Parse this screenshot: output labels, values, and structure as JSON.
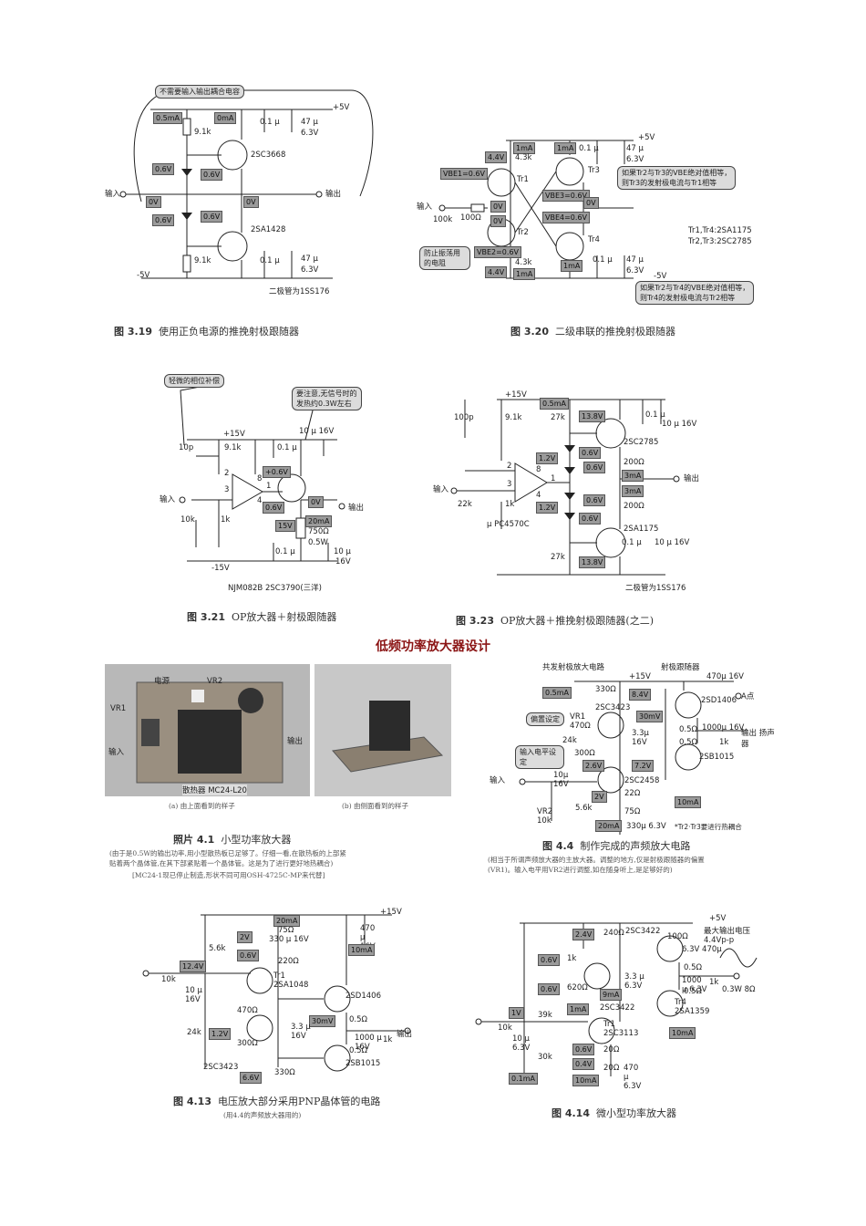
{
  "page_title": "低频功率放大器设计",
  "fig319": {
    "caption_no": "图 3.19",
    "caption_text": "使用正负电源的推挽射极跟随器",
    "callout": "不需要输入输出耦合电容",
    "vplus": "+5V",
    "vminus": "-5V",
    "i_top": "0.5mA",
    "i_top2": "0mA",
    "r_top": "9.1k",
    "r_bot": "9.1k",
    "c_top": "0.1 μ",
    "c_top2": "47 μ",
    "c_top3": "6.3V",
    "c_bot": "0.1 μ",
    "c_bot2": "47 μ",
    "c_bot3": "6.3V",
    "q_top": "2SC3668",
    "q_bot": "2SA1428",
    "v1": "0.6V",
    "v2": "0.6V",
    "v3": "0V",
    "v4": "0V",
    "v5": "0.6V",
    "v6": "0.6V",
    "in": "输入",
    "out": "输出",
    "diode_note": "二极管为1SS176"
  },
  "fig320": {
    "caption_no": "图 3.20",
    "caption_text": "二级串联的推挽射极跟随器",
    "vplus": "+5V",
    "vminus": "-5V",
    "i1": "1mA",
    "i2": "1mA",
    "i3": "1mA",
    "i4": "1mA",
    "v44a": "4.4V",
    "v44b": "4.4V",
    "r1": "4.3k",
    "r2": "4.3k",
    "rin": "100k",
    "rs": "100Ω",
    "vbe1": "VBE1=0.6V",
    "vbe2": "VBE2=0.6V",
    "vbe3": "VBE3=0.6V",
    "vbe4": "VBE4=0.6V",
    "v0a": "0V",
    "v0b": "0V",
    "v0c": "0V",
    "q1": "Tr1",
    "q2": "Tr2",
    "q3": "Tr3",
    "q4": "Tr4",
    "c1": "0.1 μ",
    "c2": "47 μ",
    "c3": "6.3V",
    "c4": "0.1 μ",
    "c5": "47 μ",
    "c6": "6.3V",
    "in": "输入",
    "note1a": "如果Tr2与Tr3的VBE绝对值相等，",
    "note1b": "则Tr3的发射极电流与Tr1相等",
    "note2a": "如果Tr2与Tr4的VBE绝对值相等，",
    "note2b": "则Tr4的发射极电流与Tr2相等",
    "note3": "防止振荡用的电阻",
    "types1": "Tr1,Tr4:2SA1175",
    "types2": "Tr2,Tr3:2SC2785"
  },
  "fig321": {
    "caption_no": "图 3.21",
    "caption_text": "OP放大器＋射极跟随器",
    "call1": "轻微的相位补偿",
    "call2a": "要注意,无信号时的",
    "call2b": "发热约0.3W左右",
    "vplus": "+15V",
    "vminus": "-15V",
    "c_comp": "10p",
    "r1": "9.1k",
    "r2": "10k",
    "r3": "1k",
    "c1": "0.1 μ",
    "c2": "10 μ 16V",
    "c3": "0.1 μ",
    "c4": "10 μ",
    "c5": "16V",
    "v1": "+0.6V",
    "v2": "0.6V",
    "v3": "0V",
    "v4": "15V",
    "i1": "20mA",
    "r4": "750Ω",
    "p1": "0.5W",
    "pin2": "2",
    "pin3": "3",
    "pin8": "8",
    "pin4": "4",
    "pin1": "1",
    "in": "输入",
    "out": "输出",
    "parts": "NJM082B  2SC3790(三洋)"
  },
  "fig323": {
    "caption_no": "图 3.23",
    "caption_text": "OP放大器＋推挽射极跟随器(之二)",
    "vplus": "+15V",
    "c_comp": "100p",
    "r1": "9.1k",
    "r2": "22k",
    "r3": "1k",
    "i1": "0.5mA",
    "r4": "27k",
    "r5": "27k",
    "v1": "13.8V",
    "v2": "1.2V",
    "v3": "1.2V",
    "v4": "13.8V",
    "v5": "0.6V",
    "v6": "0.6V",
    "v7": "0.6V",
    "v8": "0.6V",
    "i2": "3mA",
    "i3": "3mA",
    "r6": "200Ω",
    "r7": "200Ω",
    "q1": "2SC2785",
    "q2": "2SA1175",
    "c1": "0.1 μ",
    "c2": "10 μ 16V",
    "c3": "0.1 μ",
    "c4": "10 μ 16V",
    "pin2": "2",
    "pin3": "3",
    "pin8": "8",
    "pin4": "4",
    "pin1": "1",
    "ic": "μ PC4570C",
    "in": "输入",
    "out": "输出",
    "diode_note": "二极管为1SS176"
  },
  "photo41": {
    "caption_no": "照片 4.1",
    "caption_text": "小型功率放大器",
    "sub_a": "(a) 由上面看到的样子",
    "sub_b": "(b) 由侧面看到的样子",
    "l_power": "电源",
    "l_vr2": "VR2",
    "l_vr1": "VR1",
    "l_in": "输入",
    "l_out": "输出",
    "l_heat": "散热器 MC24-L20",
    "note1": "(由于是0.5W的输出功率,用小型散热板已足够了。仔细一看,在散热板的上部紧",
    "note2": "贴着两个晶体管,在其下部紧贴着一个晶体管。这是为了进行更好地热耦合)",
    "note3": "[MC24-1现已停止制造,形状不同可用OSH-4725C-MP来代替]"
  },
  "fig44": {
    "caption_no": "图 4.4",
    "caption_text": "制作完成的声频放大电路",
    "note1": "(相当于所谓声频放大器的主放大器。调整的地方,仅是射极跟随器的偏置",
    "note2": "(VR1)。输入电平用VR2进行调整,如在随身听上,是足够好的)",
    "h1": "共发射极放大电路",
    "h2": "射极跟随器",
    "vplus": "+15V",
    "i1": "0.5mA",
    "r1": "330Ω",
    "v1": "8.4V",
    "q1": "2SC3423",
    "q2": "2SD1406",
    "q3": "2SB1015",
    "q4": "2SC2458",
    "call1": "偏置设定",
    "call2": "输入电平设定",
    "vr1": "VR1 470Ω",
    "r2": "24k",
    "r3": "300Ω",
    "v2": "30mV",
    "v3": "7.2V",
    "v4": "2.6V",
    "v5": "2V",
    "i2": "20mA",
    "i3": "10mA",
    "pointA": "A点",
    "out": "输出 扬声器",
    "c1": "470μ 16V",
    "c2": "3.3μ 16V",
    "c3": "1000μ 16V",
    "c4": "10μ 16V",
    "c5": "330μ 6.3V",
    "r4": "0.5Ω",
    "r5": "0.5Ω",
    "r6": "1k",
    "r7": "22Ω",
    "r8": "75Ω",
    "r9": "5.6k",
    "vr2": "VR2 10k",
    "in": "输入",
    "therm": "*Tr2·Tr3要进行热耦合"
  },
  "fig413": {
    "caption_no": "图 4.13",
    "caption_text": "电压放大部分采用PNP晶体管的电路",
    "sub": "(用4.4的声频放大器用的)",
    "vplus": "+15V",
    "i1": "20mA",
    "r1": "75Ω",
    "c1": "330 μ 16V",
    "v1": "2V",
    "v2": "0.6V",
    "r2": "220Ω",
    "r3": "5.6k",
    "v3": "12.4V",
    "rin": "10k",
    "c2": "10 μ 16V",
    "q1": "Tr1 2SA1048",
    "r4": "470Ω",
    "r5": "300Ω",
    "r6": "24k",
    "v4": "1.2V",
    "q2": "2SC3423",
    "v5": "6.6V",
    "r7": "330Ω",
    "q3": "2SD1406",
    "q4": "2SB1015",
    "v6": "30mV",
    "c3": "3.3 μ 16V",
    "r8": "0.5Ω",
    "r9": "0.5Ω",
    "c4": "1000 μ 16V",
    "r10": "1k",
    "c5": "470 μ 16V",
    "i2": "10mA",
    "out": "输出"
  },
  "fig414": {
    "caption_no": "图 4.14",
    "caption_text": "微小型功率放大器",
    "vplus": "+5V",
    "v1": "2.4V",
    "r1": "240Ω",
    "q1": "2SC3422",
    "r2": "100Ω",
    "cap_top": "6.3V 470μ",
    "vmax": "最大输出电压",
    "vmax2": "4.4Vp-p",
    "v2": "0.6V",
    "r3": "1k",
    "v3": "0.6V",
    "r4": "620Ω",
    "i1": "9mA",
    "c1": "3.3 μ 6.3V",
    "i2": "1mA",
    "q2": "2SC3422",
    "r5": "0.5Ω",
    "r6": "0.5Ω",
    "c2": "1000 μ 6.3V",
    "r7": "1k",
    "load": "0.3W 8Ω",
    "q3": "Tr4 2SA1359",
    "v4": "1V",
    "r8": "39k",
    "rin": "10k",
    "c3": "10 μ 6.3V",
    "q4": "Tr1 2SC3113",
    "v5": "0.6V",
    "r9": "20Ω",
    "v6": "0.4V",
    "r10": "20Ω",
    "r11": "30k",
    "i3": "0.1mA",
    "c4": "470 μ 6.3V",
    "i4": "10mA",
    "i5": "10mA"
  }
}
